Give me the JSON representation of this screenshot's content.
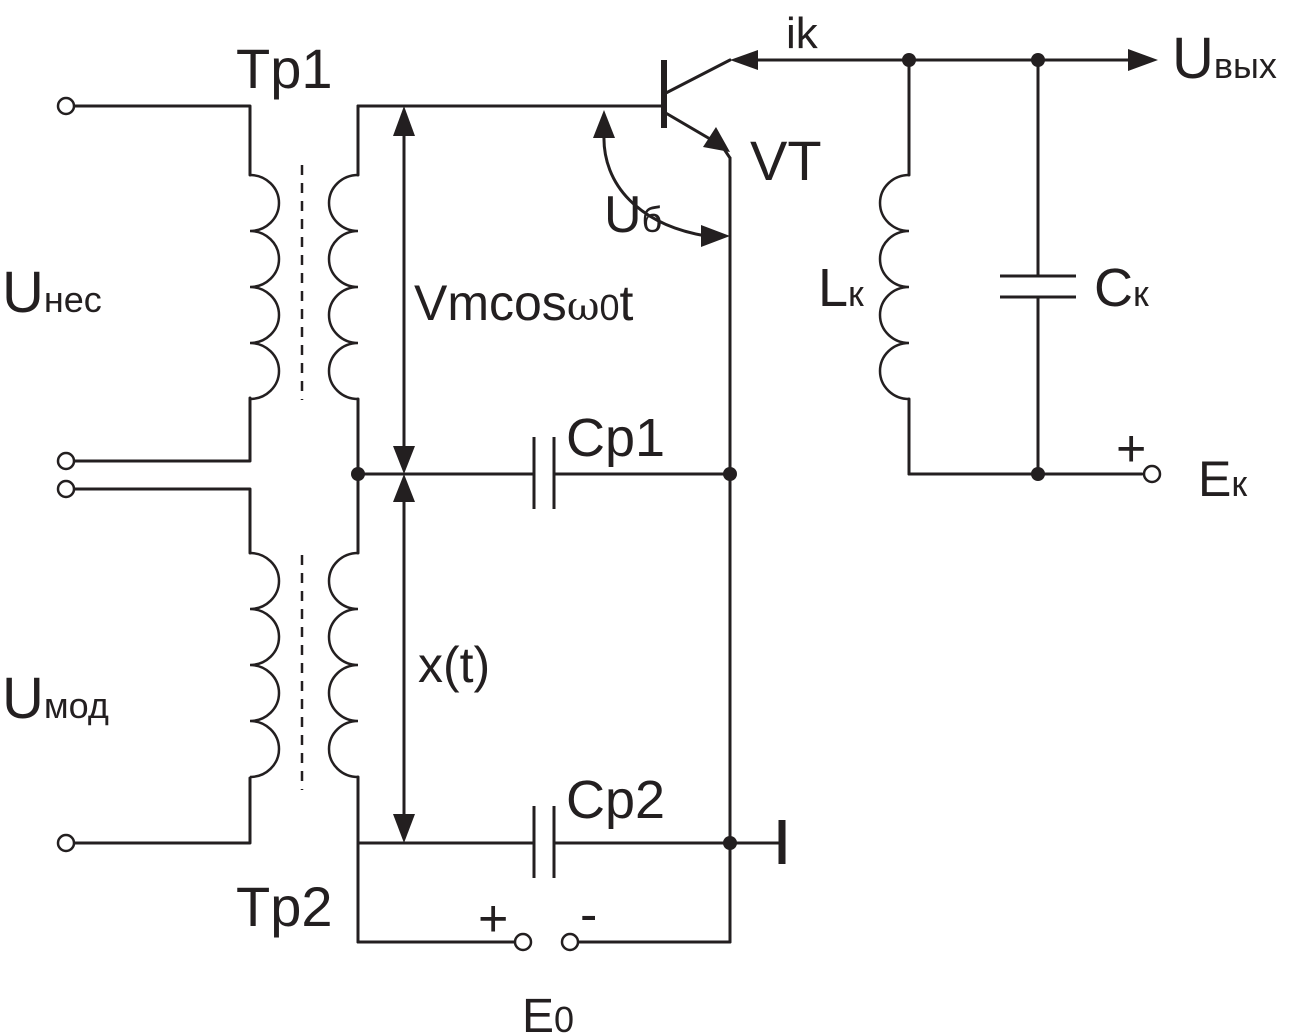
{
  "colors": {
    "ink": "#231f20",
    "background": "#ffffff"
  },
  "labels": {
    "tr1": "Tp1",
    "tr2": "Tp2",
    "vt": "VT",
    "ik": "ik",
    "u_out_main": "U",
    "u_out_sub": "вых",
    "u_carrier_main": "U",
    "u_carrier_sub": "нес",
    "u_mod_main": "U",
    "u_mod_sub": "мод",
    "u_base_main": "U",
    "u_base_sub": "б",
    "vm_main": "Vmcos",
    "vm_omega": "ω",
    "vm_zero": "0",
    "vm_t": "t",
    "xt": "x(t)",
    "cp1": "Cp1",
    "cp2": "Cp2",
    "lk_main": "L",
    "lk_sub": "к",
    "ck_main": "C",
    "ck_sub": "к",
    "ek_main": "E",
    "ek_sub": "к",
    "ek_plus": "+",
    "e0_main": "E",
    "e0_sub": "0",
    "e0_plus": "+",
    "e0_minus": "-",
    "ground_mark": "I"
  }
}
